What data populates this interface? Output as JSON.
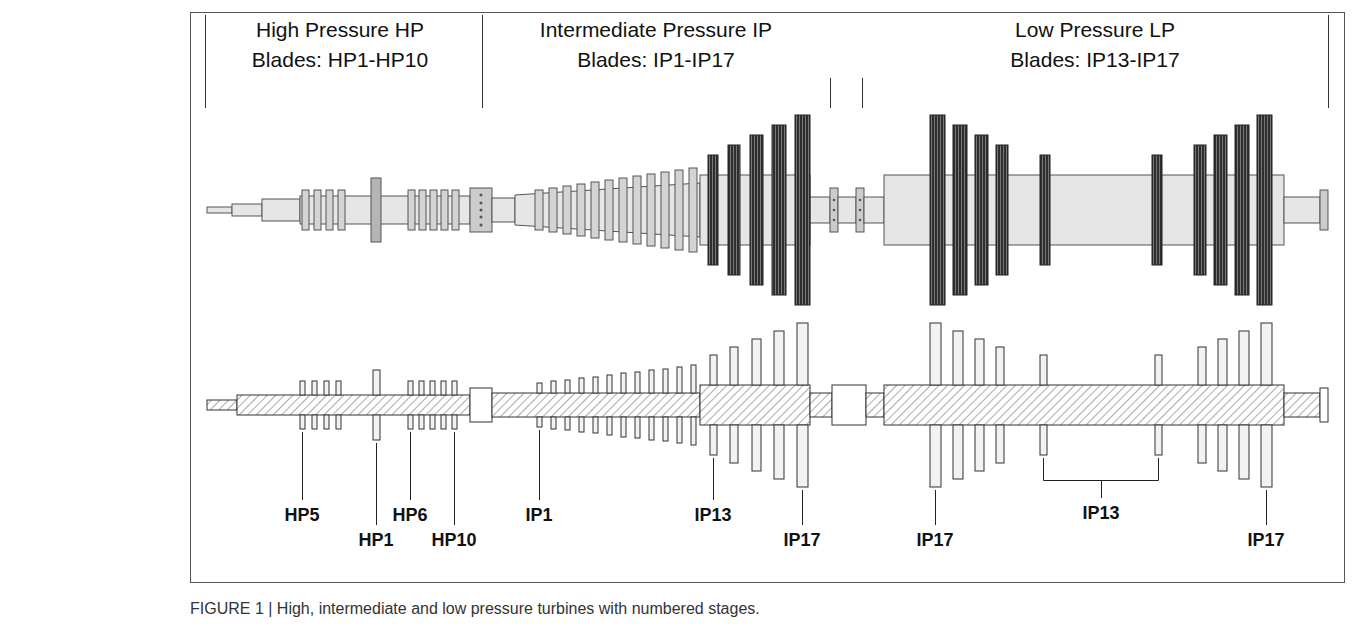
{
  "diagram": {
    "caption": "FIGURE 1 | High, intermediate and low pressure turbines with numbered stages.",
    "labels": [
      "High Pressure HP",
      "Blades: HP1-HP10",
      "Intermediate Pressure IP",
      "Blades: IP1-IP17",
      "Low Pressure LP",
      "Blades: IP13-IP17",
      "HP5",
      "HP1",
      "HP6",
      "HP10",
      "IP1",
      "IP13",
      "IP17",
      "IP17",
      "IP13",
      "IP17"
    ]
  }
}
